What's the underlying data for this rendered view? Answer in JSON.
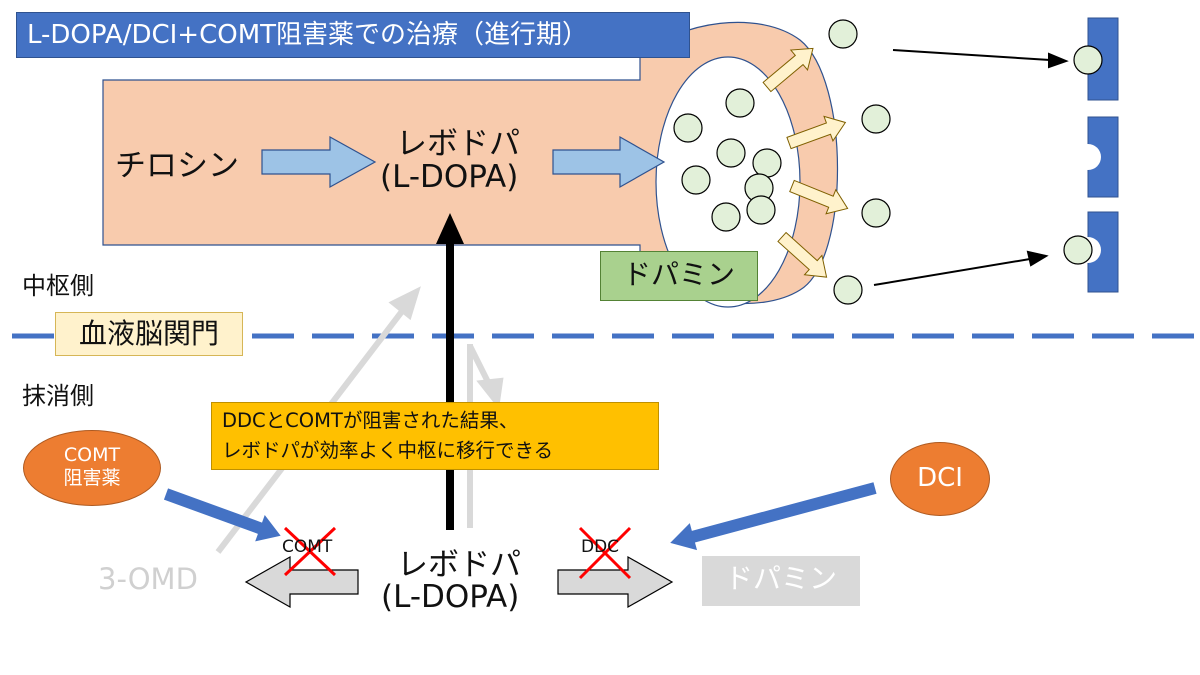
{
  "title": "L-DOPA/DCI+COMT阻害薬での治療（進行期）",
  "neuron": {
    "tyrosine": "チロシン",
    "levodopa_line1": "レボドパ",
    "levodopa_line2": "(L-DOPA)",
    "dopamine": "ドパミン"
  },
  "sides": {
    "central": "中枢側",
    "peripheral": "抹消側",
    "bbb": "血液脳関門"
  },
  "note": {
    "line1": "DDCとCOMTが阻害された結果、",
    "line2": "レボドパが効率よく中枢に移行できる"
  },
  "periphery": {
    "comt_inhibitor_line1": "COMT",
    "comt_inhibitor_line2": "阻害薬",
    "dci": "DCI",
    "comt": "COMT",
    "ddc": "DDC",
    "omd": "3-OMD",
    "levodopa_line1": "レボドパ",
    "levodopa_line2": "(L-DOPA)",
    "dopamine": "ドパミン"
  },
  "colors": {
    "neuron_fill": "#f8cbad",
    "neuron_border": "#2f528f",
    "title_fill": "#4472c4",
    "blue_arrow": "#9dc3e6",
    "vesicle_fill": "#e2f0d9",
    "release_arrow": "#fff2cc",
    "receptor": "#4472c4",
    "bbb_line": "#4472c4",
    "inhibitor_arrow": "#4472c4",
    "grey_arrow": "#d9d9d9",
    "cross": "#ff0000",
    "oval_fill": "#ed7d31",
    "note_fill": "#ffc000"
  }
}
